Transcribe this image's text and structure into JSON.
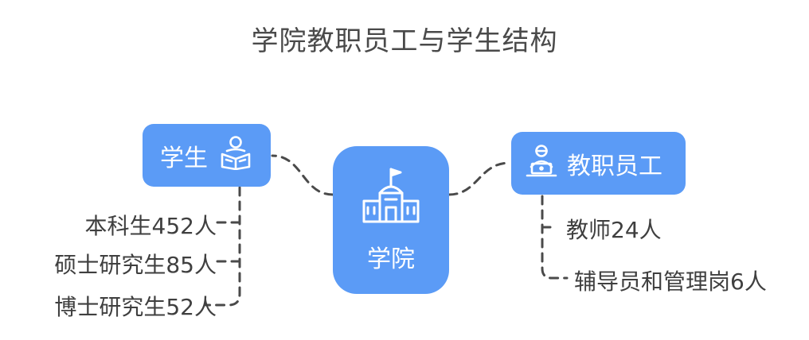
{
  "title": "学院教职员工与学生结构",
  "root": {
    "label": "学院",
    "icon": "school-building-icon"
  },
  "branches": {
    "student": {
      "label": "学生",
      "icon": "reading-student-icon",
      "children": [
        "本科生452人",
        "硕士研究生85人",
        "博士研究生52人"
      ]
    },
    "staff": {
      "label": "教职员工",
      "icon": "staff-at-laptop-icon",
      "children": [
        "教师24人",
        "辅导员和管理岗6人"
      ]
    }
  },
  "colors": {
    "node_fill": "#5b9bf6",
    "node_text": "#ffffff",
    "connector": "#4a4a4a",
    "text": "#3f3f3f"
  }
}
